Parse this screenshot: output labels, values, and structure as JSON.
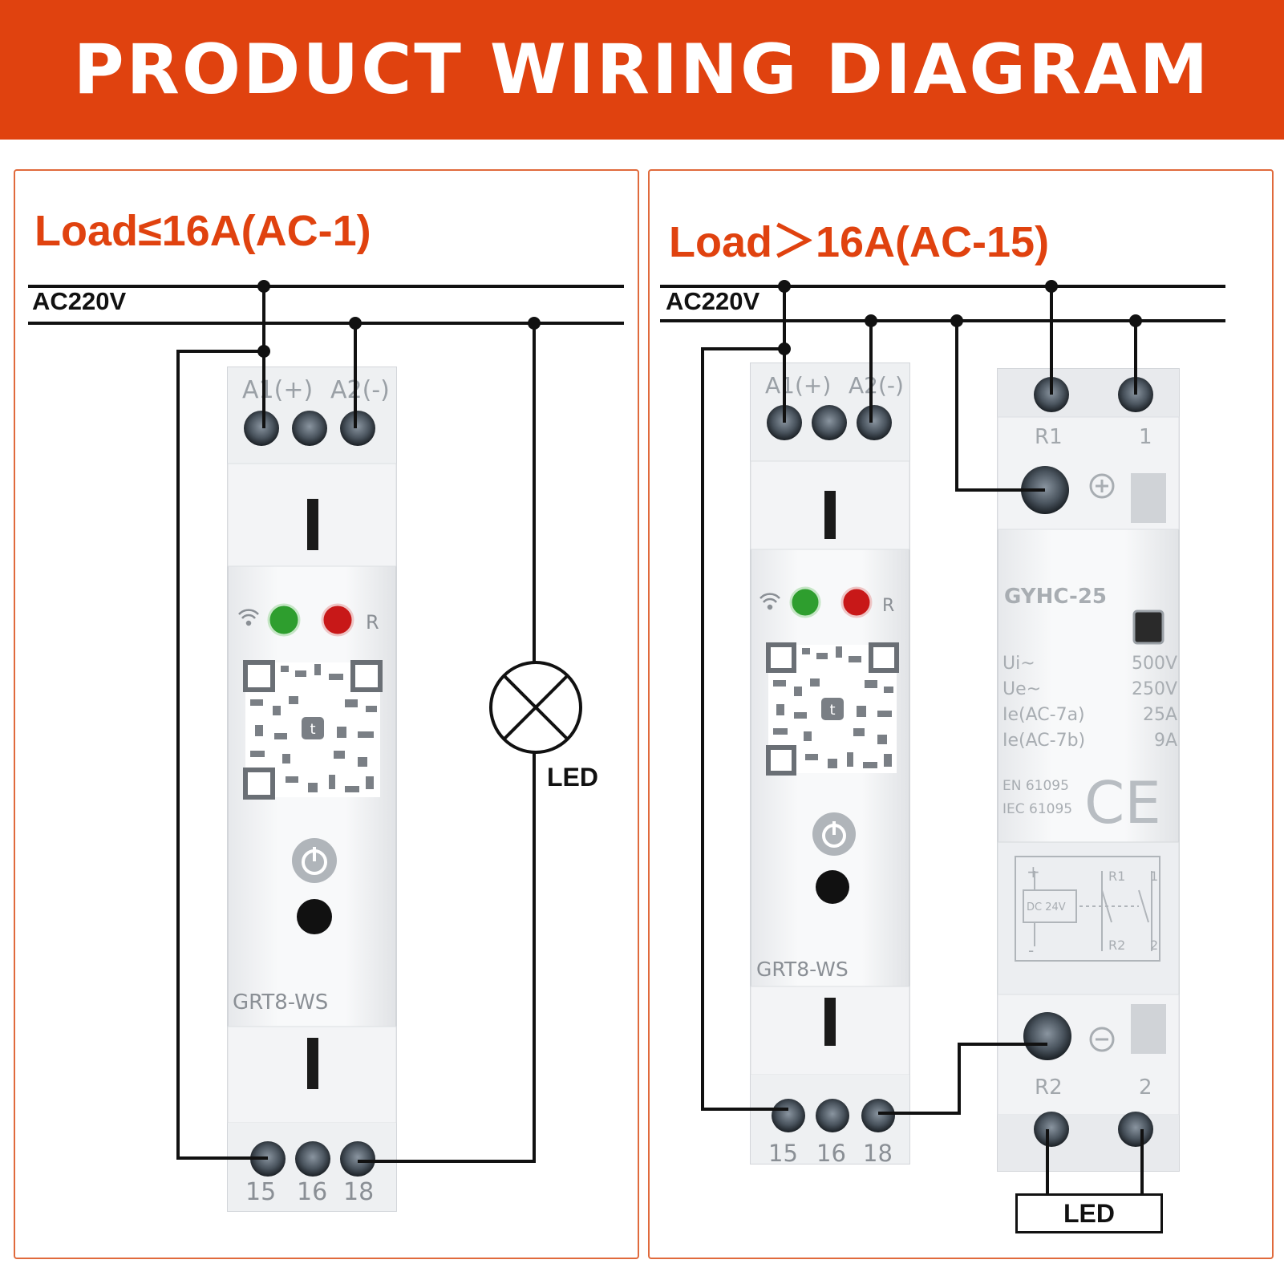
{
  "title": "PRODUCT WIRING DIAGRAM",
  "colors": {
    "accent": "#e0420f",
    "wire": "#111111",
    "green_led": "#2e9e2e",
    "red_led": "#c81818"
  },
  "left_panel": {
    "heading": "Load≤16A(AC-1)",
    "supply_label": "AC220V",
    "lamp_label": "LED",
    "device": {
      "top_terminals": [
        "A1(+)",
        "A2(-)"
      ],
      "indicator_r": "R",
      "model": "GRT8-WS",
      "bottom_terminals": [
        "15",
        "16",
        "18"
      ]
    }
  },
  "right_panel": {
    "heading": "Load＞16A(AC-15)",
    "supply_label": "AC220V",
    "load_label": "LED",
    "device": {
      "top_terminals": [
        "A1(+)",
        "A2(-)"
      ],
      "indicator_r": "R",
      "model": "GRT8-WS",
      "bottom_terminals": [
        "15",
        "16",
        "18"
      ]
    },
    "contactor": {
      "model": "GYHC-25",
      "top_terminals": [
        "R1",
        "1"
      ],
      "bottom_terminals": [
        "R2",
        "2"
      ],
      "specs": [
        {
          "label": "Ui~",
          "value": "500V"
        },
        {
          "label": "Ue~",
          "value": "250V"
        },
        {
          "label": "Ie(AC-7a)",
          "value": "25A"
        },
        {
          "label": "Ie(AC-7b)",
          "value": "9A"
        }
      ],
      "standards": [
        "EN 61095",
        "IEC 61095"
      ],
      "mark": "CE",
      "schematic": {
        "coil": "DC 24V",
        "plus": "+",
        "minus": "-",
        "r1": "R1",
        "one": "1",
        "r2": "R2",
        "two": "2"
      }
    }
  }
}
